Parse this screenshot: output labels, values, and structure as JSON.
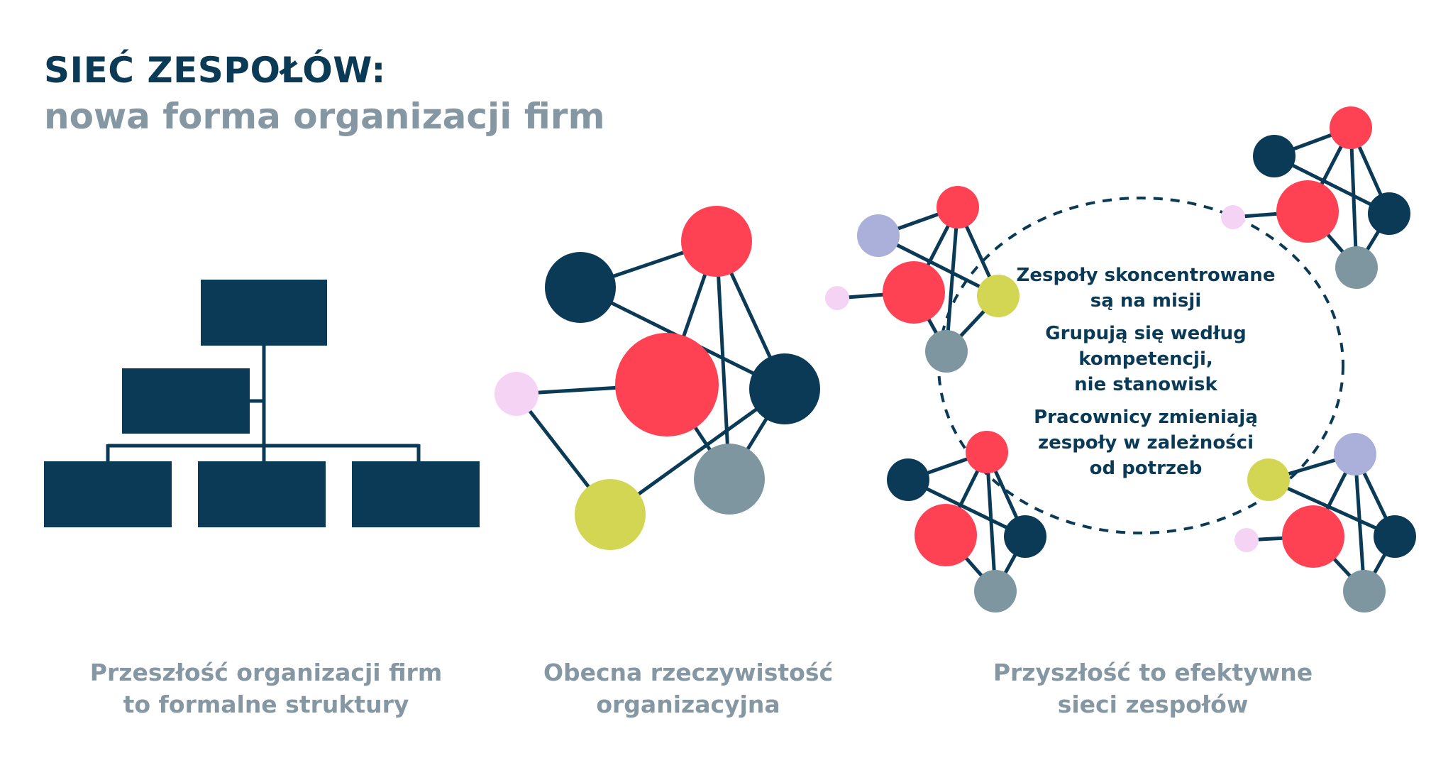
{
  "header": {
    "title": "SIEĆ ZESPOŁÓW:",
    "subtitle": "nowa forma organizacji firm"
  },
  "colors": {
    "navy": "#0a3a56",
    "red": "#ff4154",
    "grey": "#7e969f",
    "lime": "#d2d653",
    "lavender": "#aab0da",
    "pink": "#f5d3f4",
    "caption": "#8497a2"
  },
  "captions": {
    "past": [
      "Przeszłość organizacji firm",
      "to formalne struktury"
    ],
    "present": [
      "Obecna rzeczywistość",
      "organizacyjna"
    ],
    "future": [
      "Przyszłość to efektywne",
      "sieci zespołów"
    ]
  },
  "center_text": {
    "line1": [
      "Zespoły skoncentrowane",
      "są na misji"
    ],
    "line2": [
      "Grupują się według",
      "kompetencji,",
      "nie stanowisk"
    ],
    "line3": [
      "Pracownicy zmieniają",
      "zespoły w zależności",
      "od potrzeb"
    ]
  }
}
